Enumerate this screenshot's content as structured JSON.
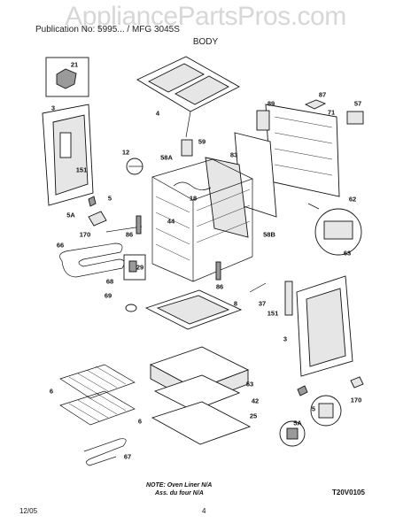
{
  "watermark": "AppliancePartsPros.com",
  "header": "Publication No: 5995... / MFG 3045S",
  "section_title": "BODY",
  "note_line1": "NOTE: Oven Liner N/A",
  "note_line2": "Ass. du four N/A",
  "diagram_code": "T20V0105",
  "footer_date": "12/05",
  "page_number": "4",
  "labels": [
    {
      "id": "21"
    },
    {
      "id": "4"
    },
    {
      "id": "3"
    },
    {
      "id": "89"
    },
    {
      "id": "87"
    },
    {
      "id": "71"
    },
    {
      "id": "57"
    },
    {
      "id": "59"
    },
    {
      "id": "151"
    },
    {
      "id": "12"
    },
    {
      "id": "58A"
    },
    {
      "id": "83"
    },
    {
      "id": "5"
    },
    {
      "id": "18"
    },
    {
      "id": "62"
    },
    {
      "id": "5A"
    },
    {
      "id": "44"
    },
    {
      "id": "170"
    },
    {
      "id": "86"
    },
    {
      "id": "58B"
    },
    {
      "id": "66"
    },
    {
      "id": "63"
    },
    {
      "id": "29"
    },
    {
      "id": "68"
    },
    {
      "id": "69"
    },
    {
      "id": "8"
    },
    {
      "id": "37"
    },
    {
      "id": "151b"
    },
    {
      "id": "3b"
    },
    {
      "id": "53"
    },
    {
      "id": "42"
    },
    {
      "id": "25"
    },
    {
      "id": "6"
    },
    {
      "id": "6b"
    },
    {
      "id": "67"
    }
  ],
  "label_text": {
    "21": "21",
    "4": "4",
    "3": "3",
    "89": "89",
    "87": "87",
    "71": "71",
    "57": "57",
    "59": "59",
    "151": "151",
    "12": "12",
    "58A": "58A",
    "83": "83",
    "5": "5",
    "18": "18",
    "62": "62",
    "5A": "5A",
    "44": "44",
    "170": "170",
    "86": "86",
    "58B": "58B",
    "66": "66",
    "63": "63",
    "29": "29",
    "68": "68",
    "69": "69",
    "8": "8",
    "37": "37",
    "151b": "151",
    "3b": "3",
    "53": "53",
    "42": "42",
    "25": "25",
    "6": "6",
    "6b": "6",
    "67": "67",
    "5b": "5",
    "5Ab": "5A",
    "170b": "170",
    "86b": "86"
  }
}
